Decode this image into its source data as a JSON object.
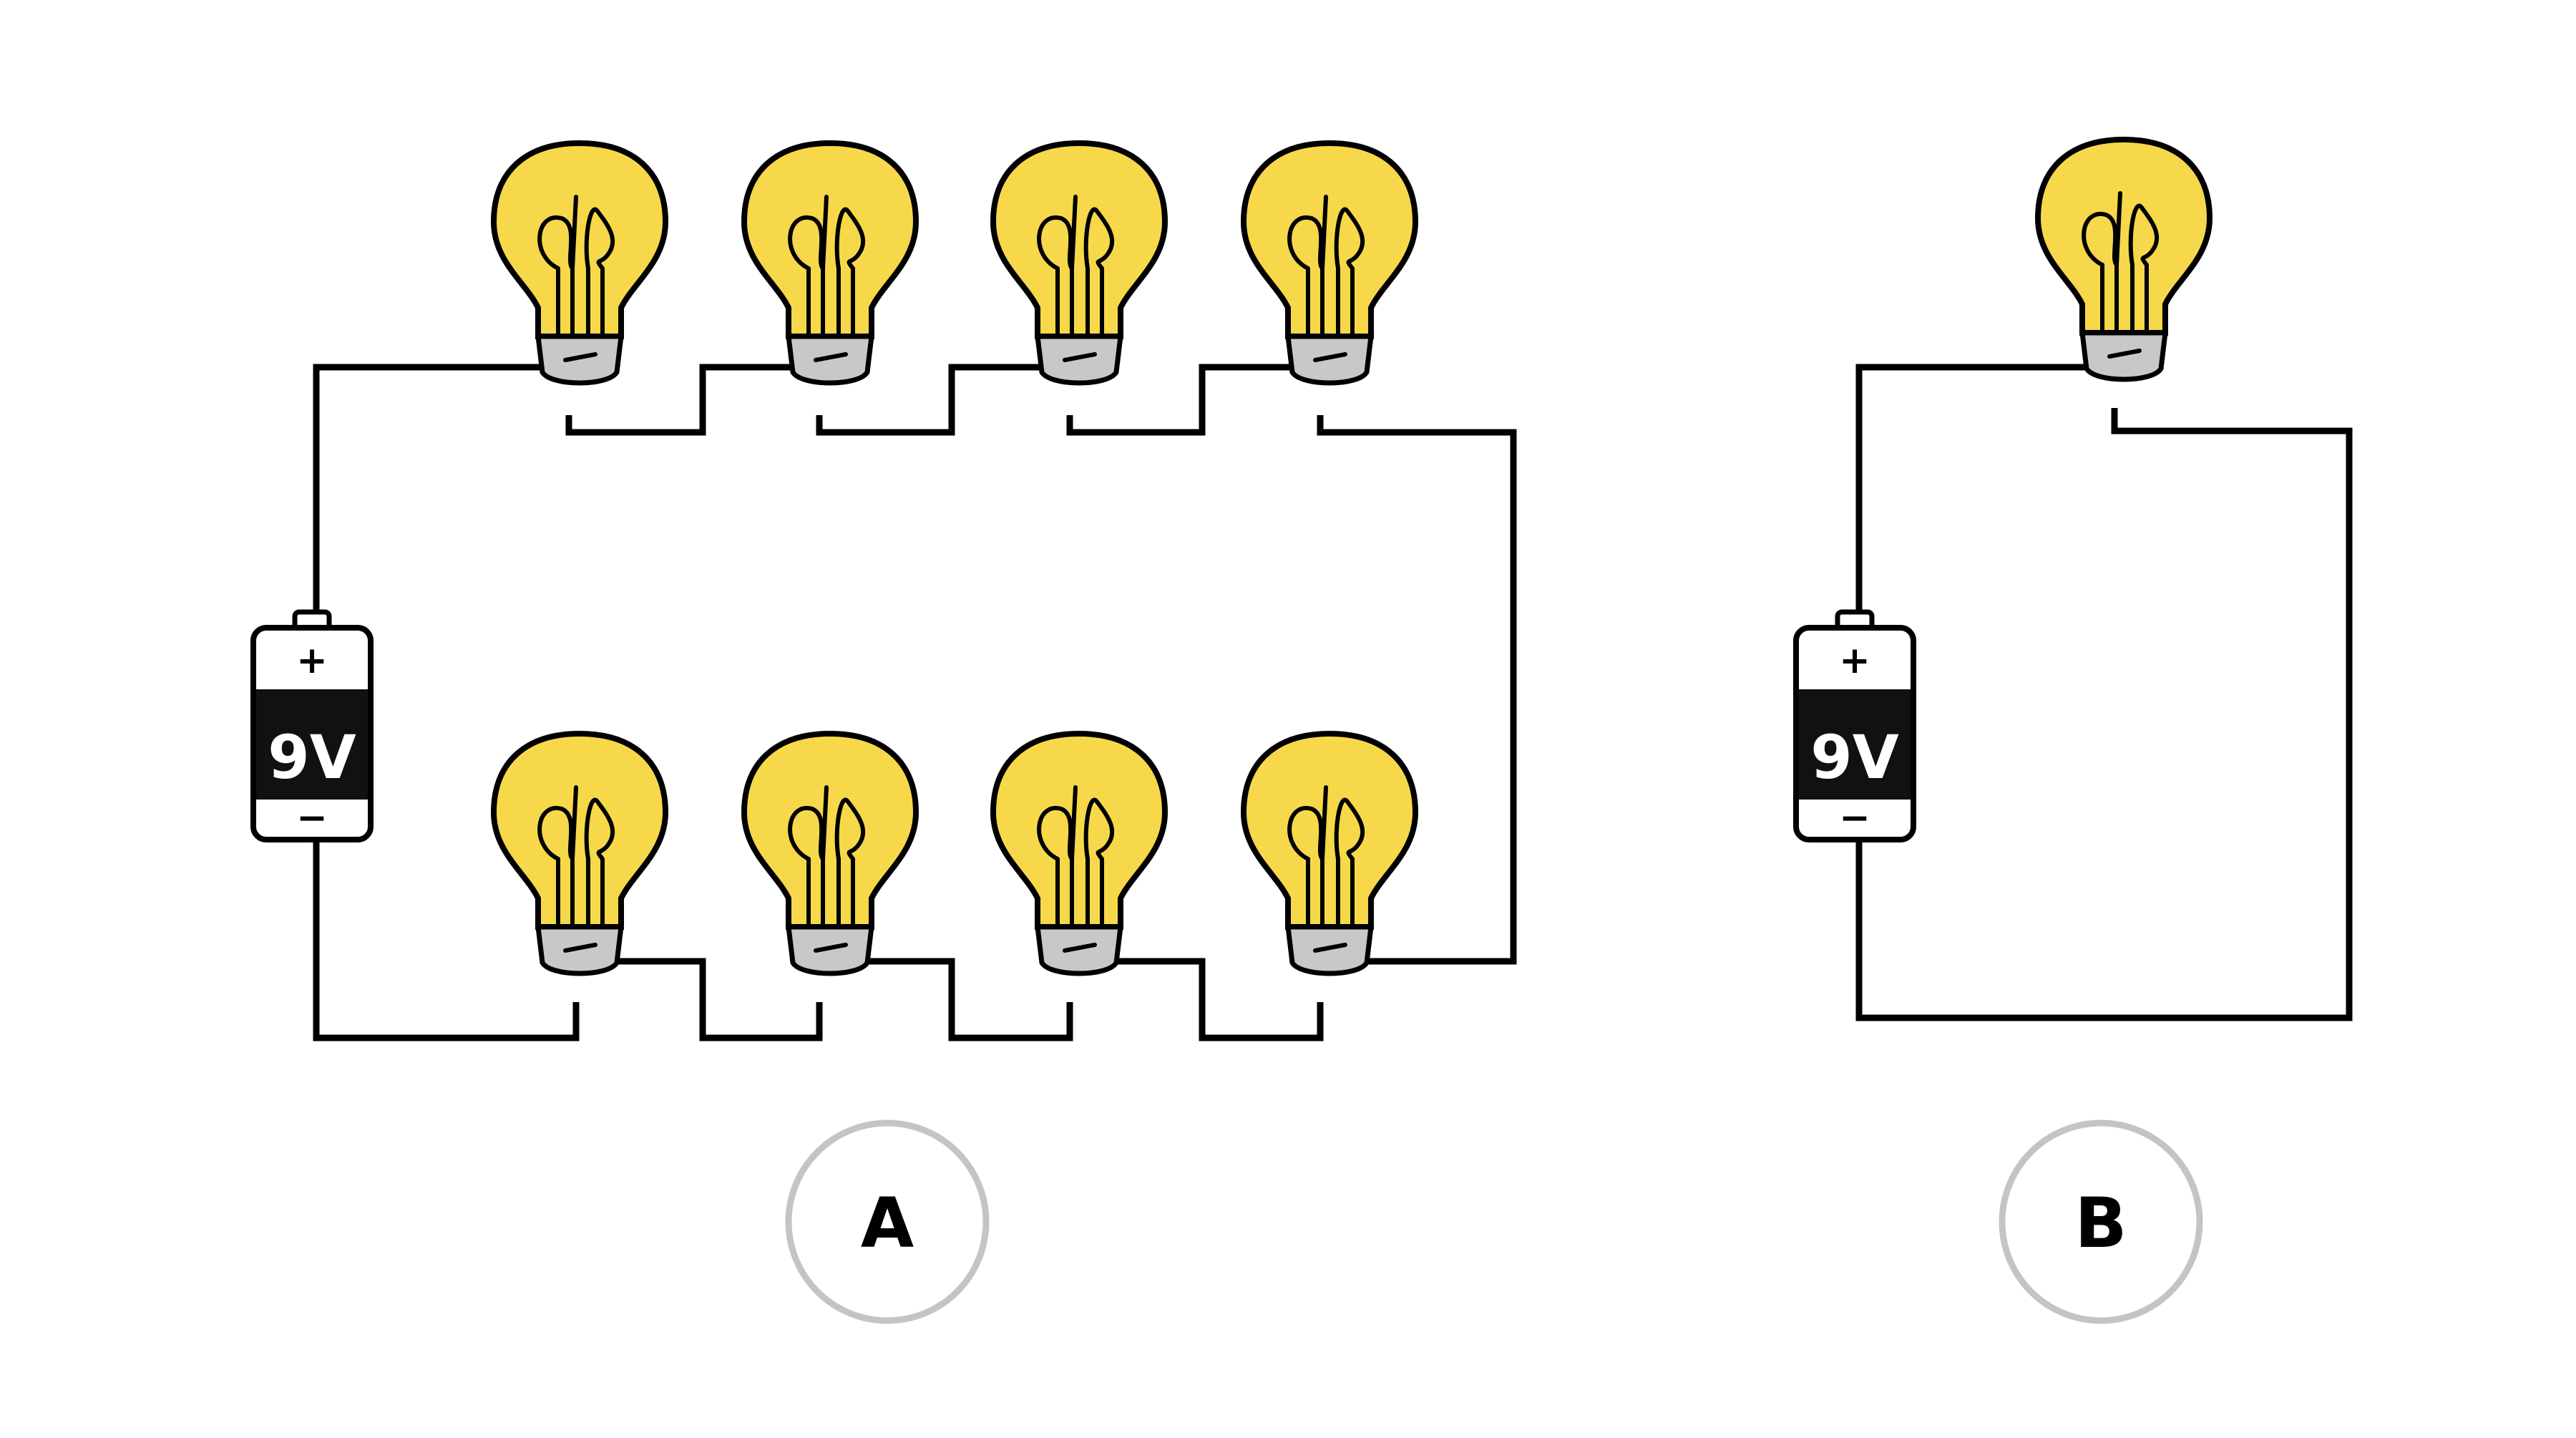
{
  "circuits": [
    {
      "id": "A",
      "label": "A",
      "battery": {
        "voltage_label": "9V",
        "positive_sign": "+",
        "negative_sign": "−"
      },
      "bulb_count": 8,
      "arrangement": "series"
    },
    {
      "id": "B",
      "label": "B",
      "battery": {
        "voltage_label": "9V",
        "positive_sign": "+",
        "negative_sign": "−"
      },
      "bulb_count": 1,
      "arrangement": "series"
    }
  ],
  "colors": {
    "bulb_glass": "#f7d84a",
    "bulb_base": "#c8c8c8",
    "wire": "#000000",
    "battery_band": "#111111",
    "label_ring": "#c4c4c4"
  }
}
